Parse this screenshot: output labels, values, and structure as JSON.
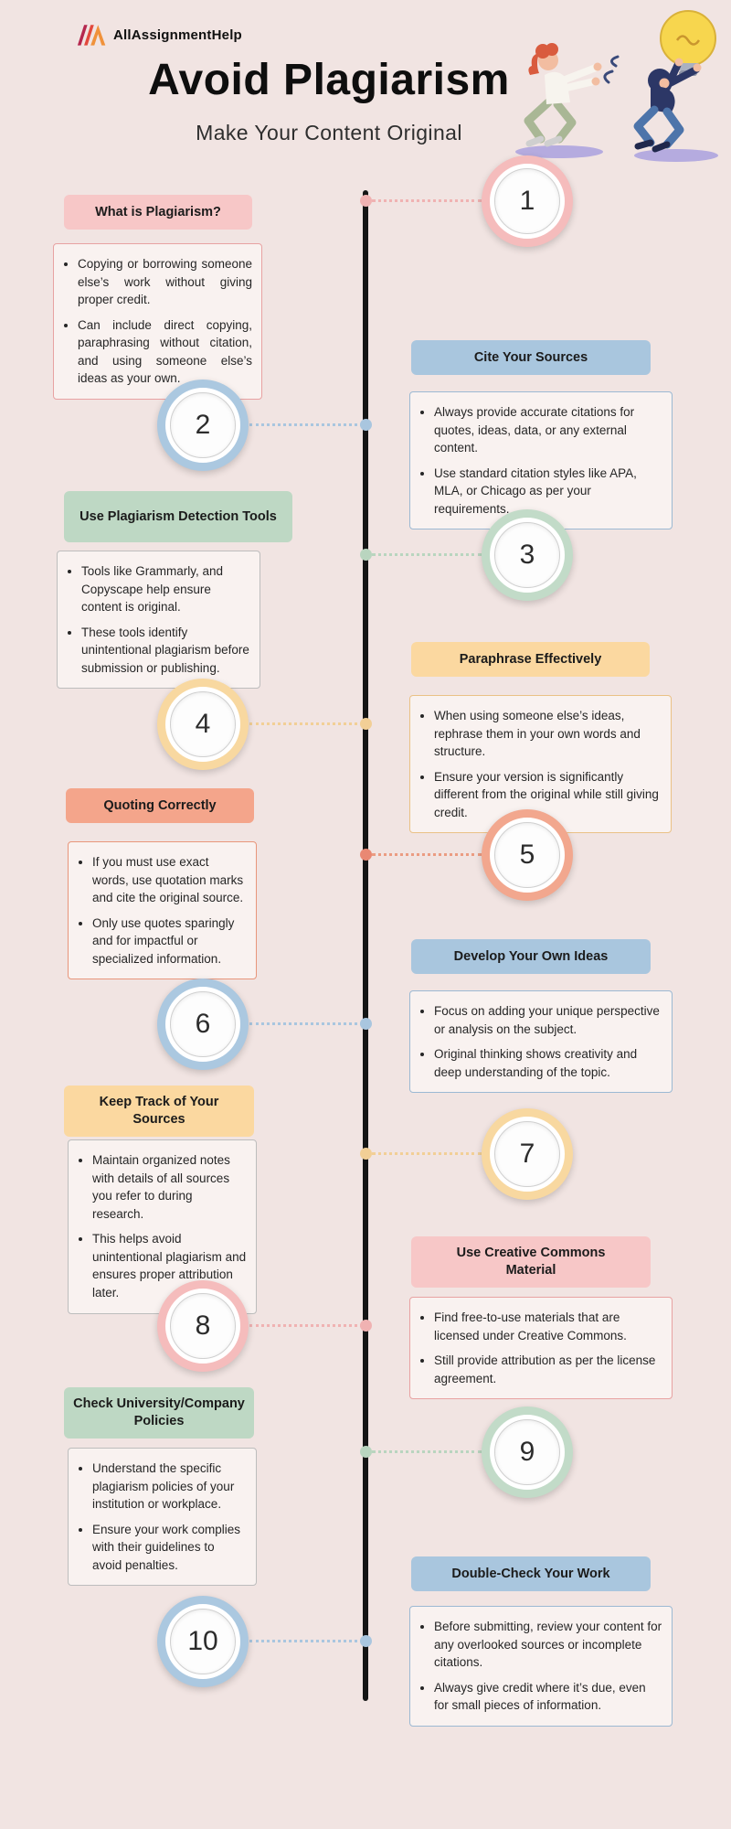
{
  "brand": {
    "name": "AllAssignmentHelp"
  },
  "header": {
    "title": "Avoid Plagiarism",
    "subtitle": "Make Your Content Original"
  },
  "palette": {
    "background": "#f1e4e2",
    "timeline": "#151515",
    "pink": "#f7c7c7",
    "blue": "#a9c6de",
    "green": "#bed8c4",
    "yellow": "#fbd8a0",
    "salmon": "#f4a58b"
  },
  "steps": [
    {
      "number": "1",
      "side": "left",
      "theme": "pink",
      "title": "What is Plagiarism?",
      "bullets": [
        "Copying or borrowing someone else’s work without giving proper credit.",
        "Can include direct copying, paraphrasing without citation, and using someone else’s ideas as your own."
      ]
    },
    {
      "number": "2",
      "side": "right",
      "theme": "blue",
      "title": "Cite Your Sources",
      "bullets": [
        "Always provide accurate citations for quotes, ideas, data, or any external content.",
        "Use standard citation styles like APA, MLA, or Chicago as per your requirements."
      ]
    },
    {
      "number": "3",
      "side": "left",
      "theme": "green",
      "title": "Use Plagiarism Detection Tools",
      "bullets": [
        "Tools like Grammarly, and Copyscape help ensure content is original.",
        "These tools identify unintentional plagiarism before submission or publishing."
      ]
    },
    {
      "number": "4",
      "side": "right",
      "theme": "yellow",
      "title": "Paraphrase Effectively",
      "bullets": [
        "When using someone else’s ideas, rephrase them in your own words and structure.",
        "Ensure your version is significantly different from the original while still giving credit."
      ]
    },
    {
      "number": "5",
      "side": "left",
      "theme": "salmon",
      "title": "Quoting Correctly",
      "bullets": [
        "If you must use exact words, use quotation marks and cite the original source.",
        "Only use quotes sparingly and for impactful or specialized information."
      ]
    },
    {
      "number": "6",
      "side": "right",
      "theme": "blue",
      "title": "Develop Your Own Ideas",
      "bullets": [
        "Focus on adding your unique perspective or analysis on the subject.",
        "Original thinking shows creativity and deep understanding of the topic."
      ]
    },
    {
      "number": "7",
      "side": "left",
      "theme": "yellow",
      "title": "Keep Track of Your Sources",
      "bullets": [
        "Maintain organized notes with details of all sources you refer to during research.",
        "This helps avoid unintentional plagiarism and ensures proper attribution later."
      ]
    },
    {
      "number": "8",
      "side": "right",
      "theme": "pink",
      "title": "Use Creative Commons Material",
      "bullets": [
        "Find free-to-use materials that are licensed under Creative Commons.",
        "Still provide attribution as per the license agreement."
      ]
    },
    {
      "number": "9",
      "side": "left",
      "theme": "green",
      "title": "Check University/Company Policies",
      "bullets": [
        "Understand the specific plagiarism policies of your institution or workplace.",
        "Ensure your work complies with their guidelines to avoid penalties."
      ]
    },
    {
      "number": "10",
      "side": "right",
      "theme": "blue",
      "title": "Double-Check Your Work",
      "bullets": [
        "Before submitting, review your content for any overlooked sources or incomplete citations.",
        "Always give credit where it’s due, even for small pieces of information."
      ]
    }
  ]
}
